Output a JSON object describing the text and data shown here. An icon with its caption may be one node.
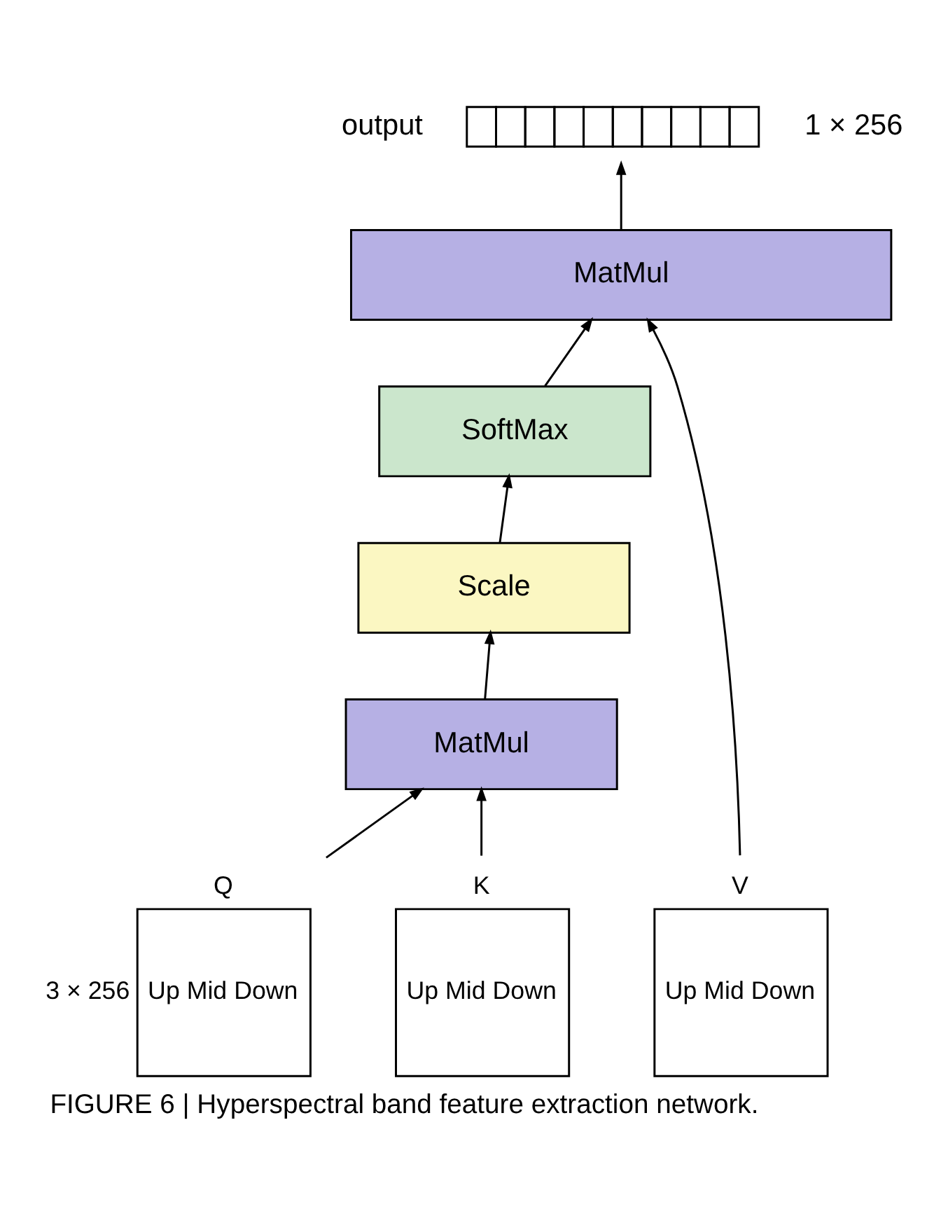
{
  "diagram": {
    "caption": "FIGURE 6 | Hyperspectral band feature extraction network.",
    "nodes": [
      {
        "text": [],
        "shape": "bar",
        "beside": [
          "output",
          "1 × 256"
        ]
      },
      {
        "text": [
          "MatMul"
        ]
      },
      {
        "text": [
          "SoftMax"
        ]
      },
      {
        "text": [
          "Scale"
        ]
      },
      {
        "text": [
          "MatMul"
        ]
      },
      {
        "text": [
          "Q",
          "Up Mid Down"
        ],
        "beside": [
          "3 × 256"
        ]
      },
      {
        "text": [
          "K",
          "Up Mid Down"
        ]
      },
      {
        "text": [
          "V",
          "Up Mid Down"
        ]
      }
    ],
    "edges": [
      {
        "from": 5,
        "to": 4,
        "arrow": "to"
      },
      {
        "from": 6,
        "to": 4,
        "arrow": "to"
      },
      {
        "from": 4,
        "to": 3,
        "arrow": "to"
      },
      {
        "from": 3,
        "to": 2,
        "arrow": "to"
      },
      {
        "from": 2,
        "to": 1,
        "arrow": "to"
      },
      {
        "from": 7,
        "to": 1,
        "arrow": "to"
      },
      {
        "from": 1,
        "to": 0,
        "arrow": "to"
      }
    ]
  }
}
